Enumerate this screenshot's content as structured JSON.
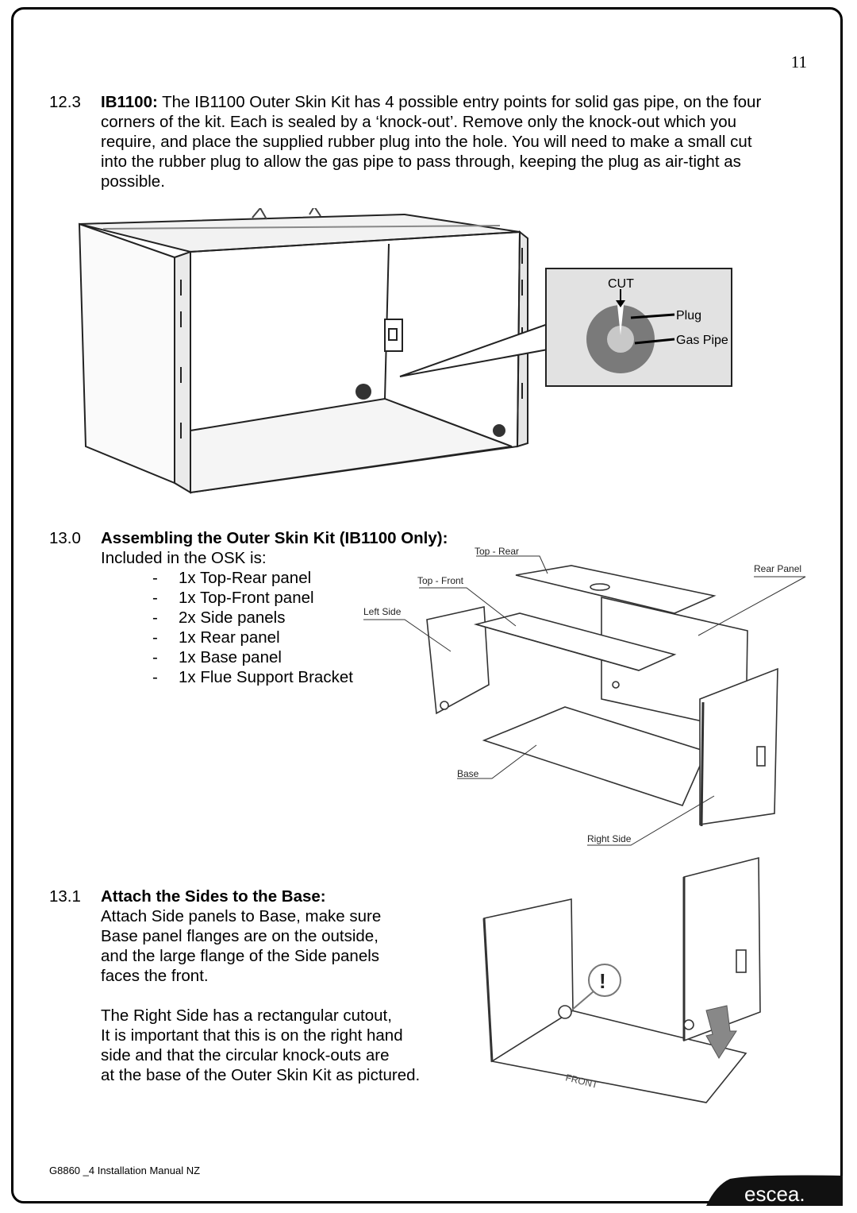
{
  "page_number": "11",
  "section_12_3": {
    "number": "12.3",
    "heading": "IB1100:",
    "lines": [
      "The IB1100 Outer Skin Kit has 4 possible entry points for solid gas pipe, on the four",
      "corners of the kit. Each is sealed by a ‘knock-out’. Remove only the knock-out which you",
      "require, and place the supplied rubber plug into the hole. You will need to make a small cut",
      "into the rubber plug to allow the gas pipe to pass through, keeping the plug as air-tight as",
      "possible."
    ],
    "detail_labels": {
      "cut": "CUT",
      "plug": "Plug",
      "gas_pipe": "Gas Pipe"
    }
  },
  "section_13_0": {
    "number": "13.0",
    "heading": "Assembling the Outer Skin Kit (IB1100 Only):",
    "intro": "Included in the OSK is:",
    "items": [
      "1x Top-Rear panel",
      "1x Top-Front panel",
      "2x Side panels",
      "1x Rear panel",
      "1x Base panel",
      "1x Flue Support Bracket"
    ],
    "diagram_labels": {
      "top_rear": "Top - Rear",
      "top_front": "Top - Front",
      "rear_panel": "Rear Panel",
      "left_side": "Left Side",
      "base": "Base",
      "right_side": "Right Side"
    }
  },
  "section_13_1": {
    "number": "13.1",
    "heading": "Attach the Sides to the Base:",
    "para1": [
      "Attach Side panels to Base, make sure",
      "Base panel flanges are on the outside,",
      "and the large flange of the Side panels",
      "faces the front."
    ],
    "para2": [
      "The Right Side has a rectangular cutout,",
      "It is important that this is on the right hand",
      "side and that the circular knock-outs are",
      "at the base of the Outer Skin Kit as pictured."
    ],
    "diagram_labels": {
      "warning": "!",
      "front": "FRONT"
    }
  },
  "footer": {
    "manual": "G8860 _4 Installation Manual NZ",
    "brand": "escea."
  }
}
